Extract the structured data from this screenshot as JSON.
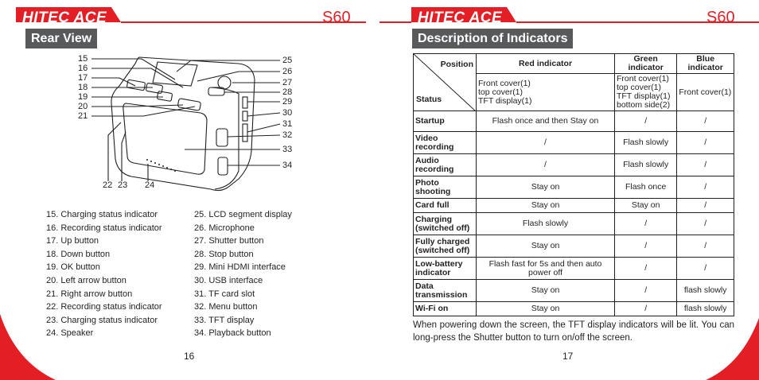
{
  "left_page": {
    "logo": "HITEC ACE",
    "model": "S60",
    "section_title": "Rear View",
    "page_number": "16",
    "callouts": [
      "15",
      "16",
      "17",
      "18",
      "19",
      "20",
      "21",
      "22",
      "23",
      "24",
      "25",
      "26",
      "27",
      "28",
      "29",
      "30",
      "31",
      "32",
      "33",
      "34"
    ],
    "legend_col1": [
      "15. Charging status indicator",
      "16. Recording status indicator",
      "17. Up button",
      "18. Down button",
      "19. OK button",
      "20. Left arrow button",
      "21. Right arrow button",
      "22. Recording status indicator",
      "23. Charging status indicator",
      "24. Speaker"
    ],
    "legend_col2": [
      "25. LCD segment display",
      "26. Microphone",
      "27. Shutter button",
      "28. Stop button",
      "29. Mini HDMI interface",
      "30. USB interface",
      "31. TF card slot",
      "32. Menu button",
      "33. TFT display",
      "34. Playback button"
    ]
  },
  "right_page": {
    "logo": "HITEC ACE",
    "model": "S60",
    "section_title": "Description of Indicators",
    "page_number": "17",
    "table": {
      "corner_top": "Position",
      "corner_bottom": "Status",
      "headers": [
        "Red indicator",
        "Green indicator",
        "Blue indicator"
      ],
      "position_row": [
        "Front cover(1)\ntop cover(1)\nTFT display(1)",
        "Front cover(1)\ntop cover(1)\nTFT display(1)\nbottom side(2)",
        "Front cover(1)"
      ],
      "rows": [
        {
          "status": "Startup",
          "red": "Flash once and then Stay on",
          "green": "/",
          "blue": "/"
        },
        {
          "status": "Video recording",
          "red": "/",
          "green": "Flash slowly",
          "blue": "/"
        },
        {
          "status": "Audio recording",
          "red": "/",
          "green": "Flash slowly",
          "blue": "/"
        },
        {
          "status": "Photo shooting",
          "red": "Stay on",
          "green": "Flash once",
          "blue": "/"
        },
        {
          "status": "Card full",
          "red": "Stay on",
          "green": "Stay on",
          "blue": "/"
        },
        {
          "status": "Charging (switched off)",
          "red": "Flash slowly",
          "green": "/",
          "blue": "/"
        },
        {
          "status": "Fully charged (switched off)",
          "red": "Stay on",
          "green": "/",
          "blue": "/"
        },
        {
          "status": "Low-battery indicator",
          "red": "Flash fast for 5s and then auto power off",
          "green": "/",
          "blue": "/"
        },
        {
          "status": "Data transmission",
          "red": "Stay on",
          "green": "/",
          "blue": "flash slowly"
        },
        {
          "status": "Wi-Fi on",
          "red": "Stay on",
          "green": "/",
          "blue": "flash slowly"
        }
      ]
    },
    "note": "When powering down the screen, the TFT display indicators will be lit. You can long-press the Shutter button to turn on/off the screen."
  },
  "colors": {
    "brand_red": "#e31e24",
    "title_gray": "#58595b",
    "text": "#231f20"
  }
}
